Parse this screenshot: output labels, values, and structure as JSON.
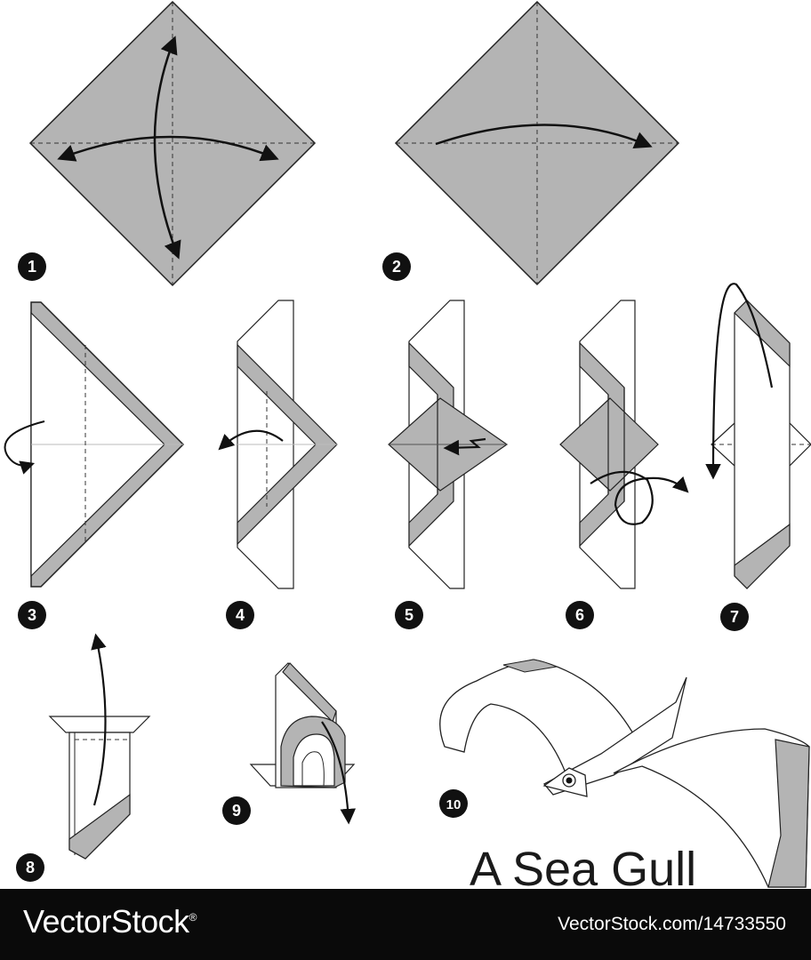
{
  "steps": [
    "1",
    "2",
    "3",
    "4",
    "5",
    "6",
    "7",
    "8",
    "9",
    "10"
  ],
  "title": "A Sea Gull",
  "footer": {
    "brand": "VectorStock",
    "brand_suffix": "®",
    "url": "VectorStock.com/14733550"
  },
  "colors": {
    "paper_gray": "#b4b4b4",
    "paper_white": "#ffffff",
    "line": "#222222",
    "footer_bg": "#0a0a0a"
  }
}
